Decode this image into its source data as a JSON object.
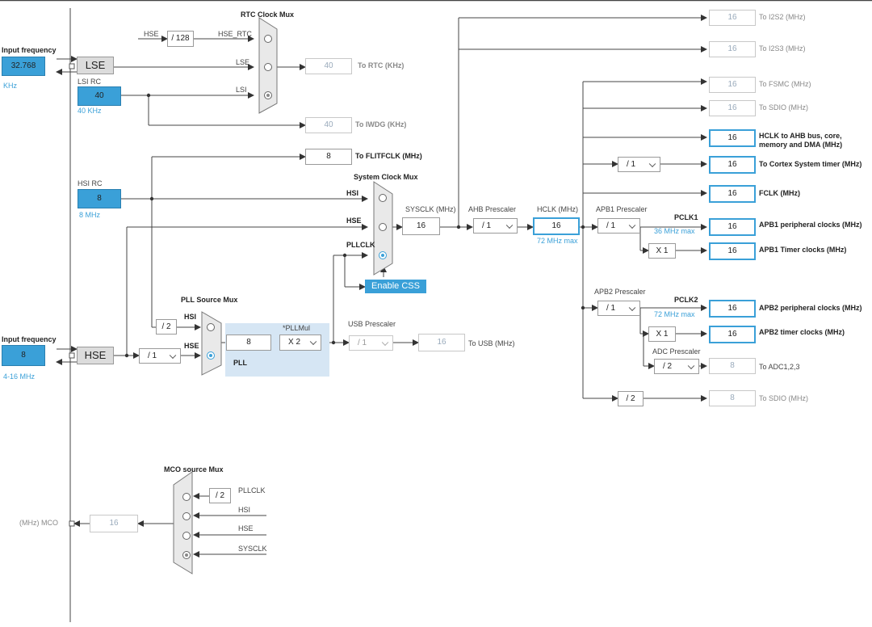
{
  "colors": {
    "accent": "#3aa0d8",
    "pll_bg": "#d6e6f4",
    "source_bg": "#3aa0d8"
  },
  "lse": {
    "input_label": "Input frequency",
    "input_value": "32.768",
    "unit": "KHz",
    "block": "LSE"
  },
  "lsi": {
    "title": "LSI RC",
    "value": "40",
    "freq": "40 KHz"
  },
  "rtc": {
    "mux_title": "RTC Clock Mux",
    "hse_label": "HSE",
    "div": "/ 128",
    "hse_rtc": "HSE_RTC",
    "lse_label": "LSE",
    "lsi_label": "LSI",
    "out_value": "40",
    "out_label": "To RTC (KHz)"
  },
  "iwdg": {
    "value": "40",
    "label": "To IWDG (KHz)"
  },
  "flitf": {
    "value": "8",
    "label": "To FLITFCLK (MHz)"
  },
  "hsi": {
    "title": "HSI RC",
    "value": "8",
    "freq": "8 MHz"
  },
  "sysmux": {
    "title": "System Clock Mux",
    "hsi": "HSI",
    "hse": "HSE",
    "pllclk": "PLLCLK"
  },
  "css": {
    "label": "Enable CSS"
  },
  "sysclk": {
    "title": "SYSCLK (MHz)",
    "value": "16"
  },
  "ahb": {
    "title": "AHB Prescaler",
    "value": "/ 1"
  },
  "hclk": {
    "title": "HCLK (MHz)",
    "value": "16",
    "max": "72 MHz max"
  },
  "apb1": {
    "title": "APB1 Prescaler",
    "value": "/ 1",
    "pclk": "PCLK1",
    "max": "36 MHz max",
    "mult": "X 1"
  },
  "apb2": {
    "title": "APB2 Prescaler",
    "value": "/ 1",
    "pclk": "PCLK2",
    "max": "72 MHz max",
    "mult": "X 1"
  },
  "adc": {
    "title": "ADC Prescaler",
    "value": "/ 2"
  },
  "cortex": {
    "value": "/ 1"
  },
  "sdio2": {
    "div": "/ 2"
  },
  "outputs": [
    {
      "value": "16",
      "label": "To I2S2 (MHz)"
    },
    {
      "value": "16",
      "label": "To I2S3 (MHz)"
    },
    {
      "value": "16",
      "label": "To FSMC (MHz)"
    },
    {
      "value": "16",
      "label": "To SDIO (MHz)"
    },
    {
      "value": "16",
      "label": "HCLK to AHB bus, core, memory and DMA (MHz)"
    },
    {
      "value": "16",
      "label": "To Cortex System timer (MHz)"
    },
    {
      "value": "16",
      "label": "FCLK (MHz)"
    },
    {
      "value": "16",
      "label": "APB1 peripheral clocks (MHz)"
    },
    {
      "value": "16",
      "label": "APB1 Timer clocks (MHz)"
    },
    {
      "value": "16",
      "label": "APB2 peripheral clocks (MHz)"
    },
    {
      "value": "16",
      "label": "APB2 timer clocks (MHz)"
    },
    {
      "value": "8",
      "label": "To ADC1,2,3"
    },
    {
      "value": "8",
      "label": "To SDIO (MHz)"
    }
  ],
  "hse": {
    "input_label": "Input frequency",
    "input_value": "8",
    "range": "4-16 MHz",
    "block": "HSE",
    "prediv": "/ 1"
  },
  "pllsrc": {
    "title": "PLL Source Mux",
    "div": "/ 2",
    "hsi": "HSI",
    "hse": "HSE"
  },
  "pll": {
    "value": "8",
    "mul_title": "*PLLMul",
    "mul": "X 2",
    "label": "PLL"
  },
  "usb": {
    "title": "USB Prescaler",
    "value": "/ 1",
    "out": "16",
    "label": "To USB (MHz)"
  },
  "mco": {
    "title": "MCO source Mux",
    "div": "/ 2",
    "pllclk": "PLLCLK",
    "hsi": "HSI",
    "hse": "HSE",
    "sysclk": "SYSCLK",
    "label": "(MHz) MCO",
    "value": "16"
  }
}
